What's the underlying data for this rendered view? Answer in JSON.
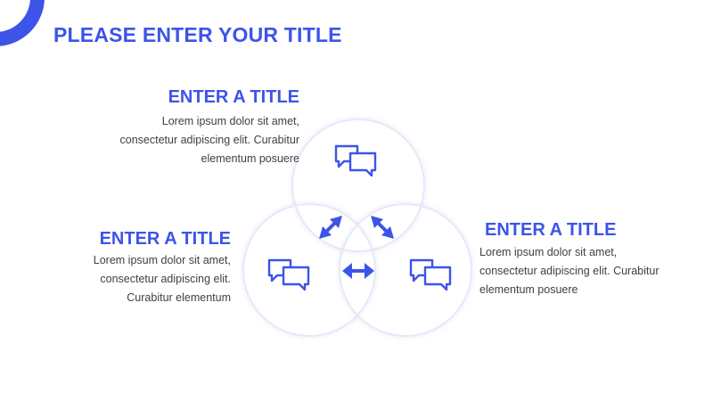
{
  "slide": {
    "title": "PLEASE ENTER YOUR TITLE"
  },
  "blocks": {
    "top": {
      "title": "ENTER A TITLE",
      "line1": "Lorem ipsum dolor sit amet,",
      "line2": "consectetur adipiscing elit. Curabitur",
      "line3": "elementum posuere"
    },
    "left": {
      "title": "ENTER A TITLE",
      "line1": "Lorem ipsum dolor sit amet,",
      "line2": "consectetur adipiscing elit.",
      "line3": "Curabitur elementum"
    },
    "right": {
      "title": "ENTER A TITLE",
      "line1": "Lorem ipsum dolor sit amet,",
      "line2": "consectetur adipiscing elit. Curabitur",
      "line3": "elementum posuere"
    }
  },
  "icons": {
    "chat": "chat-bubbles-icon",
    "arrow_diagonal_ne_sw": "double-arrow-diagonal-icon",
    "arrow_diagonal_nw_se": "double-arrow-diagonal-icon",
    "arrow_horizontal": "double-arrow-horizontal-icon"
  },
  "colors": {
    "accent": "#3d54e8",
    "body_text": "#404040",
    "circle_outline": "#e6e9f7"
  }
}
